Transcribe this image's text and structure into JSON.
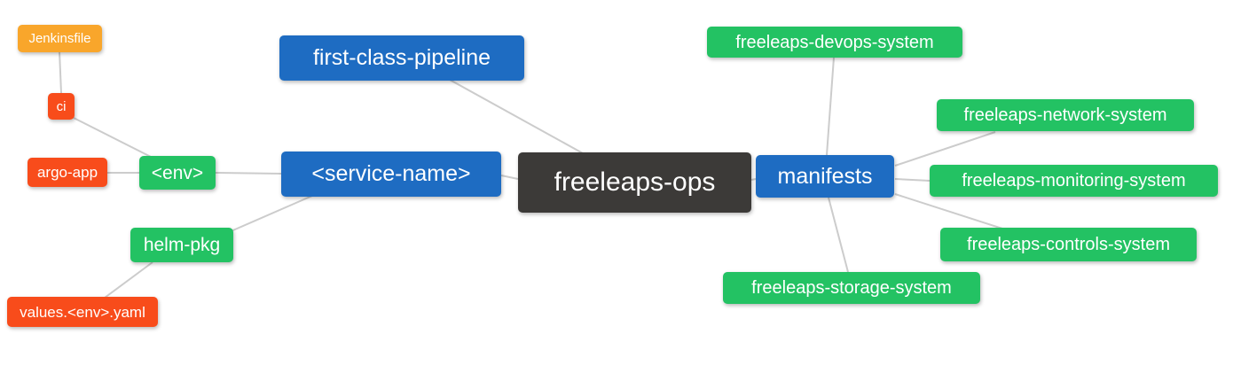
{
  "diagram": {
    "type": "mindmap",
    "root": "freeleaps_ops",
    "palette": {
      "blue": "#1E6CC2",
      "green": "#23C263",
      "red_orange": "#F84C1B",
      "amber": "#F9A62B",
      "dark": "#3C3A38",
      "edge_gray": "#CCCCCC",
      "text": "#FFFFFF",
      "background": "#FFFFFF"
    },
    "nodes": {
      "jenkinsfile": {
        "label": "Jenkinsfile",
        "color": "#F9A62B"
      },
      "ci": {
        "label": "ci",
        "color": "#F84C1B"
      },
      "argo_app": {
        "label": "argo-app",
        "color": "#F84C1B"
      },
      "env": {
        "label": "<env>",
        "color": "#23C263"
      },
      "helm_pkg": {
        "label": "helm-pkg",
        "color": "#23C263"
      },
      "values_env_yaml": {
        "label": "values.<env>.yaml",
        "color": "#F84C1B"
      },
      "first_class_pipeline": {
        "label": "first-class-pipeline",
        "color": "#1E6CC2"
      },
      "service_name": {
        "label": "<service-name>",
        "color": "#1E6CC2"
      },
      "freeleaps_ops": {
        "label": "freeleaps-ops",
        "color": "#3C3A38"
      },
      "manifests": {
        "label": "manifests",
        "color": "#1E6CC2"
      },
      "devops_system": {
        "label": "freeleaps-devops-system",
        "color": "#23C263"
      },
      "network_system": {
        "label": "freeleaps-network-system",
        "color": "#23C263"
      },
      "monitoring_system": {
        "label": "freeleaps-monitoring-system",
        "color": "#23C263"
      },
      "controls_system": {
        "label": "freeleaps-controls-system",
        "color": "#23C263"
      },
      "storage_system": {
        "label": "freeleaps-storage-system",
        "color": "#23C263"
      }
    },
    "edges": [
      {
        "from": "jenkinsfile",
        "to": "ci"
      },
      {
        "from": "ci",
        "to": "env"
      },
      {
        "from": "argo_app",
        "to": "env"
      },
      {
        "from": "env",
        "to": "service_name"
      },
      {
        "from": "helm_pkg",
        "to": "service_name"
      },
      {
        "from": "values_env_yaml",
        "to": "helm_pkg"
      },
      {
        "from": "first_class_pipeline",
        "to": "freeleaps_ops"
      },
      {
        "from": "service_name",
        "to": "freeleaps_ops"
      },
      {
        "from": "freeleaps_ops",
        "to": "manifests"
      },
      {
        "from": "manifests",
        "to": "devops_system"
      },
      {
        "from": "manifests",
        "to": "network_system"
      },
      {
        "from": "manifests",
        "to": "monitoring_system"
      },
      {
        "from": "manifests",
        "to": "controls_system"
      },
      {
        "from": "manifests",
        "to": "storage_system"
      }
    ]
  }
}
